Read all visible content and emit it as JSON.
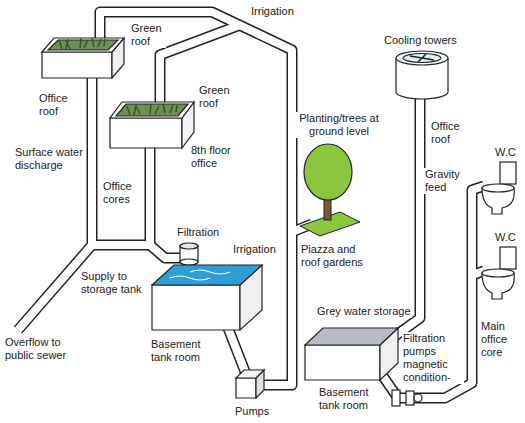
{
  "diagram": {
    "labels": [
      "Green roof",
      "Office roof",
      "Irrigation",
      "Green roof",
      "8th floor office",
      "Cooling towers",
      "Office roof",
      "Planting/trees at ground level",
      "Surface water discharge",
      "Office cores",
      "Irrigation",
      "Gravity feed",
      "W.C",
      "W.C",
      "Piazza and roof gardens",
      "Filtration",
      "Supply to storage tank",
      "Overflow to public sewer",
      "Grey water storage",
      "Filtration pumps magnetic condition-",
      "Main office core",
      "Basement tank room",
      "Basement tank room",
      "Pumps"
    ]
  }
}
